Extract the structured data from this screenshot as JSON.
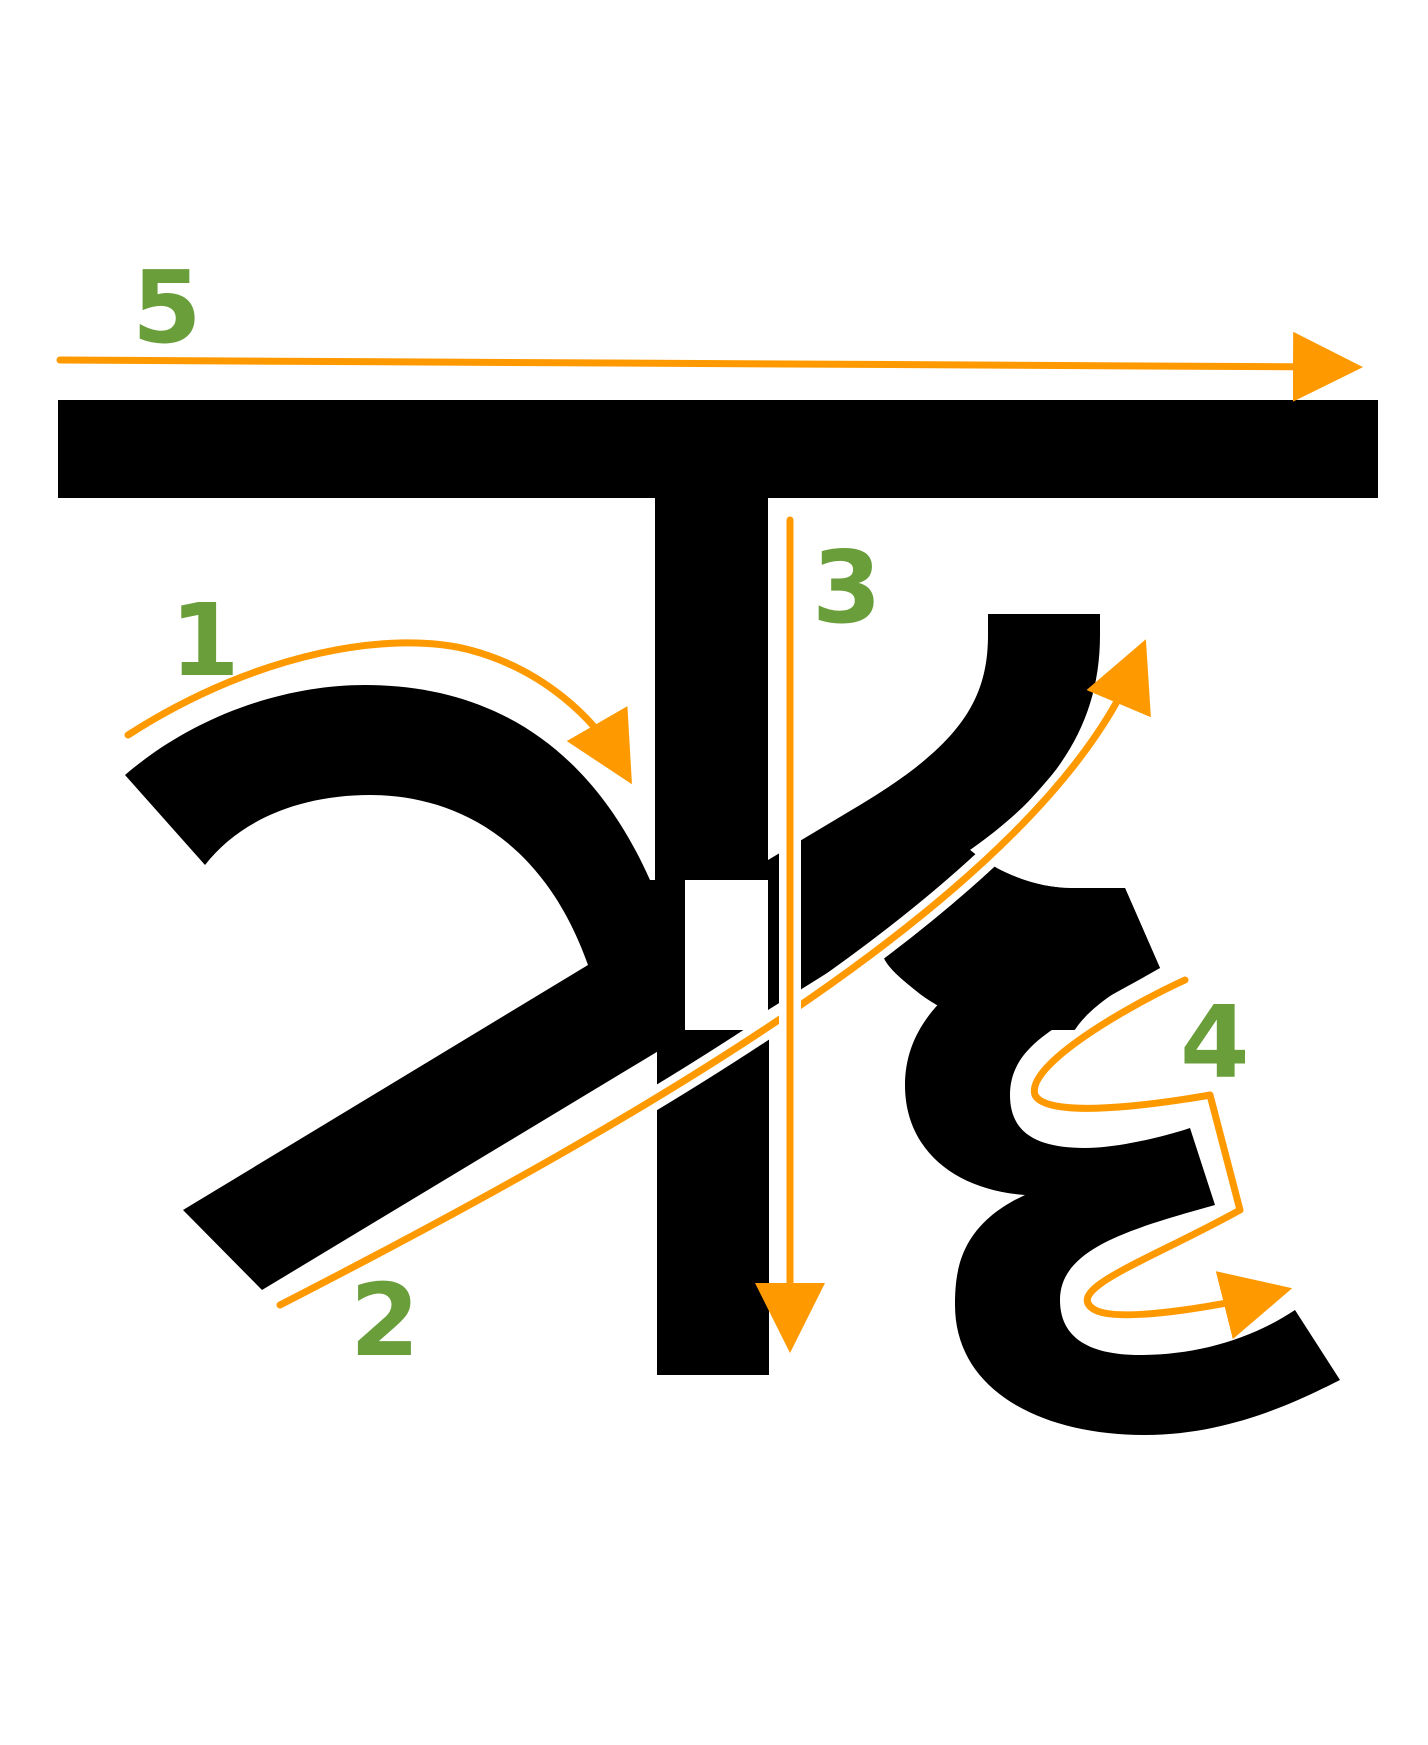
{
  "colors": {
    "glyph": "#000000",
    "arrow": "#FF9900",
    "number": "#6A9E3A",
    "background": "#FFFFFF"
  },
  "strokes": [
    {
      "order": "1",
      "label": "1"
    },
    {
      "order": "2",
      "label": "2"
    },
    {
      "order": "3",
      "label": "3"
    },
    {
      "order": "4",
      "label": "4"
    },
    {
      "order": "5",
      "label": "5"
    }
  ]
}
